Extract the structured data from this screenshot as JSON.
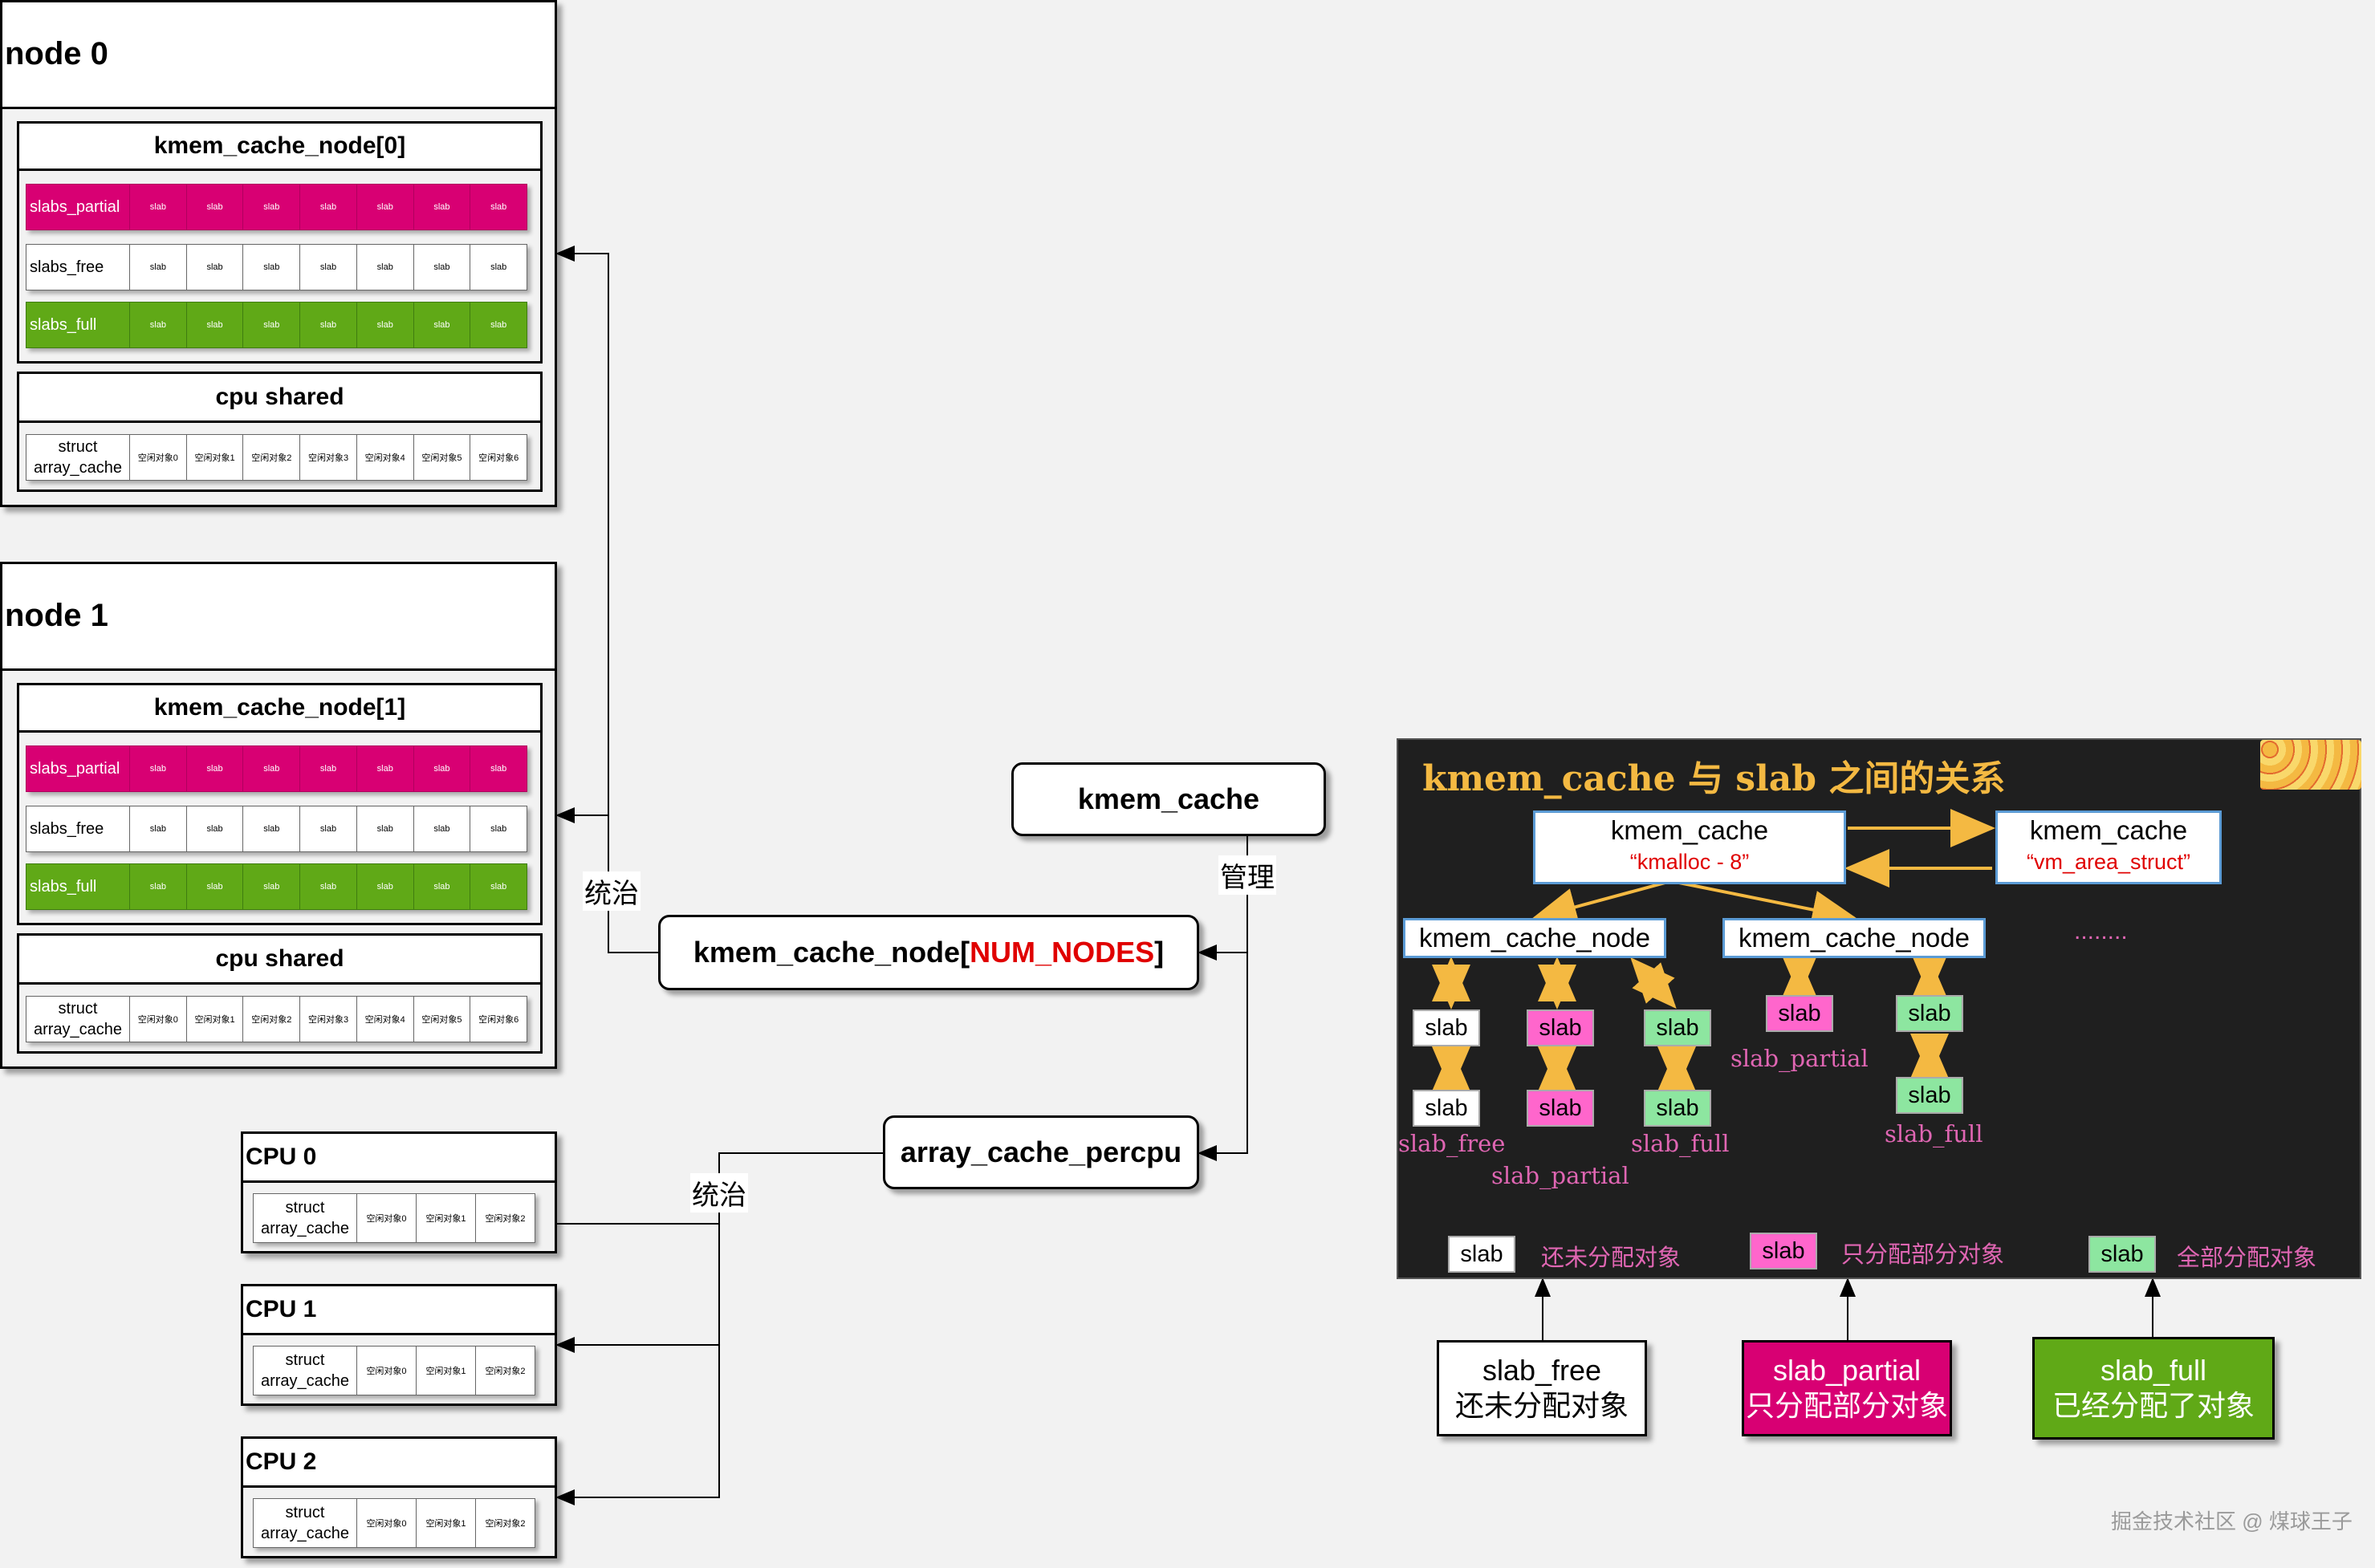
{
  "nodes": [
    {
      "title": "node 0",
      "cache_node": "kmem_cache_node[0]",
      "rows": {
        "partial": {
          "label": "slabs_partial",
          "cells": [
            "slab",
            "slab",
            "slab",
            "slab",
            "slab",
            "slab",
            "slab"
          ]
        },
        "free": {
          "label": "slabs_free",
          "cells": [
            "slab",
            "slab",
            "slab",
            "slab",
            "slab",
            "slab",
            "slab"
          ]
        },
        "full": {
          "label": "slabs_full",
          "cells": [
            "slab",
            "slab",
            "slab",
            "slab",
            "slab",
            "slab",
            "slab"
          ]
        }
      },
      "cpu_shared": "cpu shared",
      "array_cache": {
        "label": "struct array_cache",
        "cells": [
          "空闲对象0",
          "空闲对象1",
          "空闲对象2",
          "空闲对象3",
          "空闲对象4",
          "空闲对象5",
          "空闲对象6"
        ]
      }
    },
    {
      "title": "node 1",
      "cache_node": "kmem_cache_node[1]",
      "rows": {
        "partial": {
          "label": "slabs_partial",
          "cells": [
            "slab",
            "slab",
            "slab",
            "slab",
            "slab",
            "slab",
            "slab"
          ]
        },
        "free": {
          "label": "slabs_free",
          "cells": [
            "slab",
            "slab",
            "slab",
            "slab",
            "slab",
            "slab",
            "slab"
          ]
        },
        "full": {
          "label": "slabs_full",
          "cells": [
            "slab",
            "slab",
            "slab",
            "slab",
            "slab",
            "slab",
            "slab"
          ]
        }
      },
      "cpu_shared": "cpu shared",
      "array_cache": {
        "label": "struct array_cache",
        "cells": [
          "空闲对象0",
          "空闲对象1",
          "空闲对象2",
          "空闲对象3",
          "空闲对象4",
          "空闲对象5",
          "空闲对象6"
        ]
      }
    }
  ],
  "cpus": [
    {
      "title": "CPU  0",
      "array_cache": {
        "label": "struct array_cache",
        "cells": [
          "空闲对象0",
          "空闲对象1",
          "空闲对象2"
        ]
      }
    },
    {
      "title": "CPU  1",
      "array_cache": {
        "label": "struct array_cache",
        "cells": [
          "空闲对象0",
          "空闲对象1",
          "空闲对象2"
        ]
      }
    },
    {
      "title": "CPU  2",
      "array_cache": {
        "label": "struct array_cache",
        "cells": [
          "空闲对象0",
          "空闲对象1",
          "空闲对象2"
        ]
      }
    }
  ],
  "center": {
    "kmem_cache": "kmem_cache",
    "kmem_cache_node_prefix": "kmem_cache_node[",
    "num_nodes": "NUM_NODES",
    "kmem_cache_node_suffix": "]",
    "array_cache_percpu": "array_cache_percpu",
    "label_manage": "管理",
    "label_govern_nodes": "统治",
    "label_govern_cpus": "统治"
  },
  "slide": {
    "title": "kmem_cache 与 slab 之间的关系",
    "kmem_cache_1": {
      "name": "kmem_cache",
      "sub": "“kmalloc - 8”"
    },
    "kmem_cache_2": {
      "name": "kmem_cache",
      "sub": "“vm_area_struct”"
    },
    "node_1": "kmem_cache_node",
    "node_2": "kmem_cache_node",
    "ellipsis": "........",
    "slab": "slab",
    "cap_slab_free": "slab_free",
    "cap_slab_partial_1": "slab_partial",
    "cap_slab_full_1": "slab_full",
    "cap_slab_partial_2": "slab_partial",
    "cap_slab_full_2": "slab_full",
    "legend": [
      {
        "slab": "slab",
        "text": "还未分配对象"
      },
      {
        "slab": "slab",
        "text": "只分配部分对象"
      },
      {
        "slab": "slab",
        "text": "全部分配对象"
      }
    ]
  },
  "bottom": [
    {
      "line1": "slab_free",
      "line2": "还未分配对象",
      "color": "#ffffff"
    },
    {
      "line1": "slab_partial",
      "line2": "只分配部分对象",
      "color": "#d80073"
    },
    {
      "line1": "slab_full",
      "line2": "已经分配了对象",
      "color": "#60a917"
    }
  ],
  "watermark": "掘金技术社区 @ 煤球王子",
  "colors": {
    "partial": "#d80073",
    "full": "#60a917",
    "num_nodes": "#e00000",
    "slide_title": "#f4b942",
    "slide_caption": "#e066b3",
    "arrow_yellow": "#f4b942"
  }
}
